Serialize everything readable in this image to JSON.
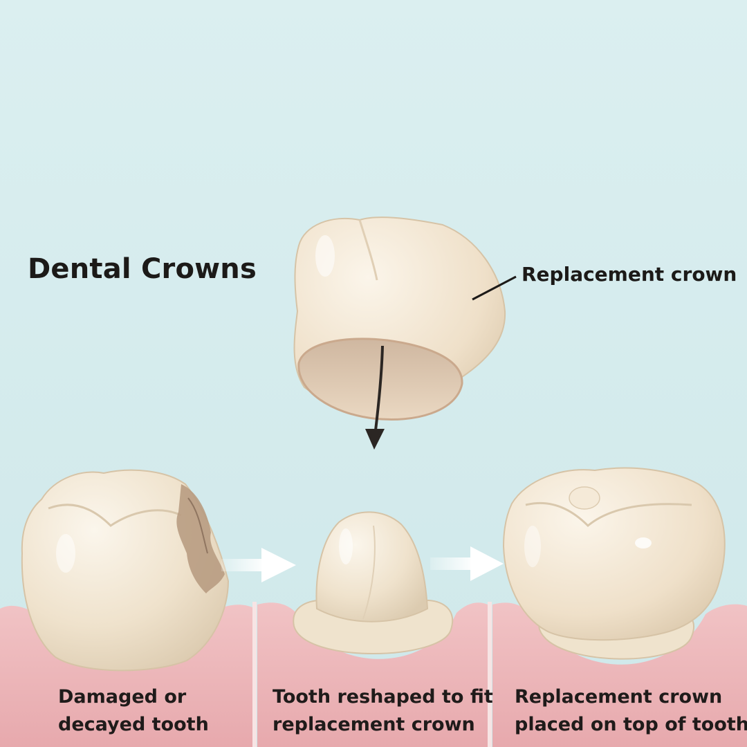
{
  "title": "Dental Crowns",
  "callout": {
    "label": "Replacement crown"
  },
  "steps": [
    {
      "line1": "Damaged or",
      "line2": "decayed tooth"
    },
    {
      "line1": "Tooth reshaped to fit",
      "line2": "replacement crown"
    },
    {
      "line1": "Replacement crown",
      "line2": "placed on top of tooth"
    }
  ],
  "colors": {
    "background": "#d6ecee",
    "gum": "#ecb4b8",
    "tooth": "#f2e6d2",
    "decay": "#b89c82"
  }
}
